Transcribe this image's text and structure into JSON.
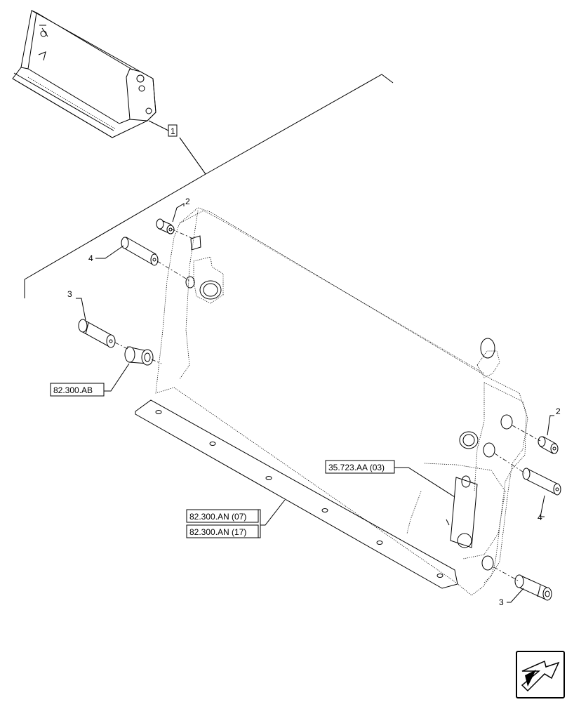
{
  "callouts": {
    "item_1": "1",
    "item_2_top": "2",
    "item_4_top": "4",
    "item_3_top": "3",
    "item_2_right": "2",
    "item_4_right": "4",
    "item_3_right": "3"
  },
  "references": {
    "bushing_ref": "82.300.AB",
    "cylinder_ref": "35.723.AA (03)",
    "edge_ref_1": "82.300.AN (07)",
    "edge_ref_2": "82.300.AN (17)"
  },
  "icons": {
    "nav": "next-page-arrow-icon"
  }
}
